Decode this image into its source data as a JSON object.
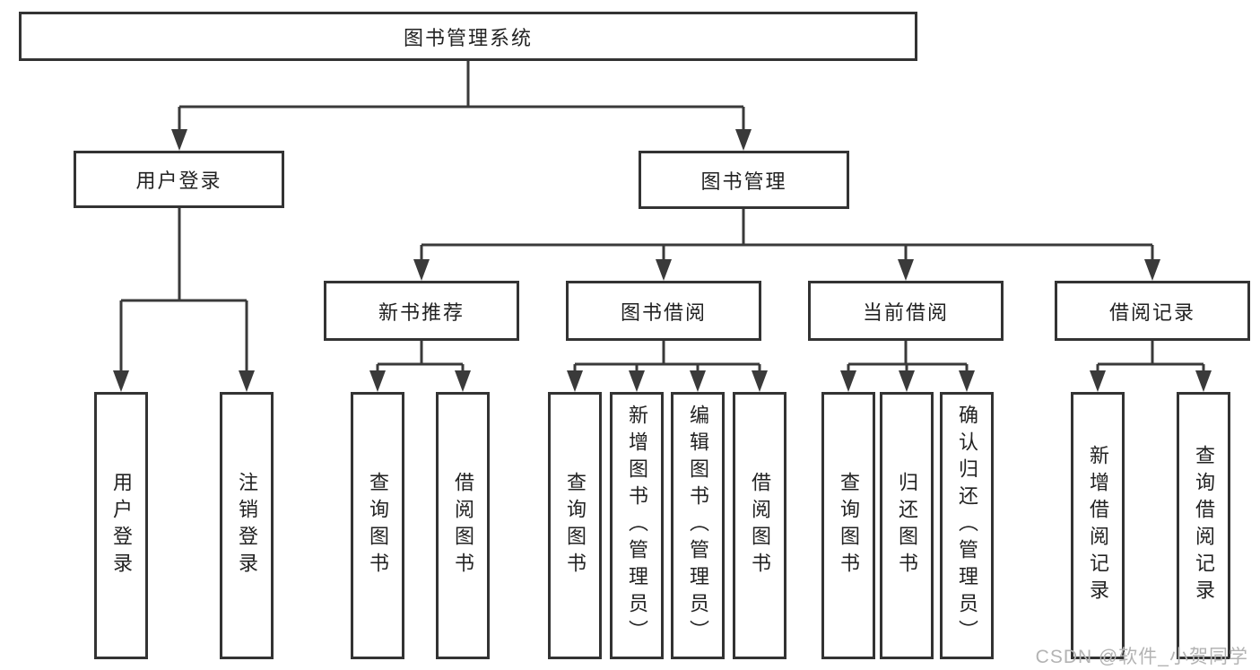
{
  "tree": {
    "label": "图书管理系统",
    "children": [
      {
        "label": "用户登录",
        "children": [
          {
            "label": "用户登录"
          },
          {
            "label": "注销登录"
          }
        ]
      },
      {
        "label": "图书管理",
        "children": [
          {
            "label": "新书推荐",
            "children": [
              {
                "label": "查询图书"
              },
              {
                "label": "借阅图书"
              }
            ]
          },
          {
            "label": "图书借阅",
            "children": [
              {
                "label": "查询图书"
              },
              {
                "label": "新增图书（管理员）"
              },
              {
                "label": "编辑图书（管理员）"
              },
              {
                "label": "借阅图书"
              }
            ]
          },
          {
            "label": "当前借阅",
            "children": [
              {
                "label": "查询图书"
              },
              {
                "label": "归还图书"
              },
              {
                "label": "确认归还（管理员）"
              }
            ]
          },
          {
            "label": "借阅记录",
            "children": [
              {
                "label": "新增借阅记录"
              },
              {
                "label": "查询借阅记录"
              }
            ]
          }
        ]
      }
    ]
  },
  "watermark": {
    "text": "CSDN @软件_小贺同学"
  },
  "colors": {
    "line": "#3a3a3a",
    "box_border": "#333333",
    "text": "#222222",
    "watermark": "#b3b3b3",
    "background": "#ffffff"
  }
}
